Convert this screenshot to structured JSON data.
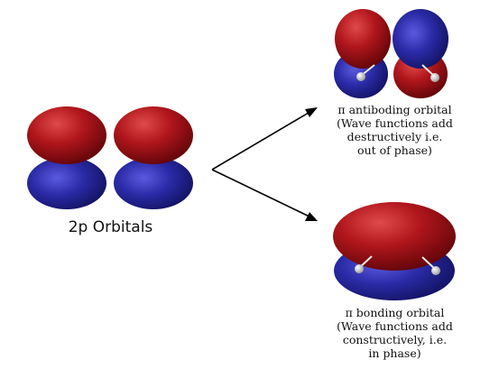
{
  "colors": {
    "positive_lobe": "#b0161c",
    "negative_lobe": "#2a2aa6",
    "arrow": "#000000",
    "background": "#ffffff"
  },
  "p_orbitals": {
    "label": "2p Orbitals"
  },
  "antibonding": {
    "title": "π antiboding orbital",
    "lines": [
      "(Wave functions add",
      "destructively i.e.",
      "out of phase)"
    ]
  },
  "bonding": {
    "title": "π bonding orbital",
    "lines": [
      "(Wave functions add",
      "constructively, i.e.",
      "in phase)"
    ]
  }
}
